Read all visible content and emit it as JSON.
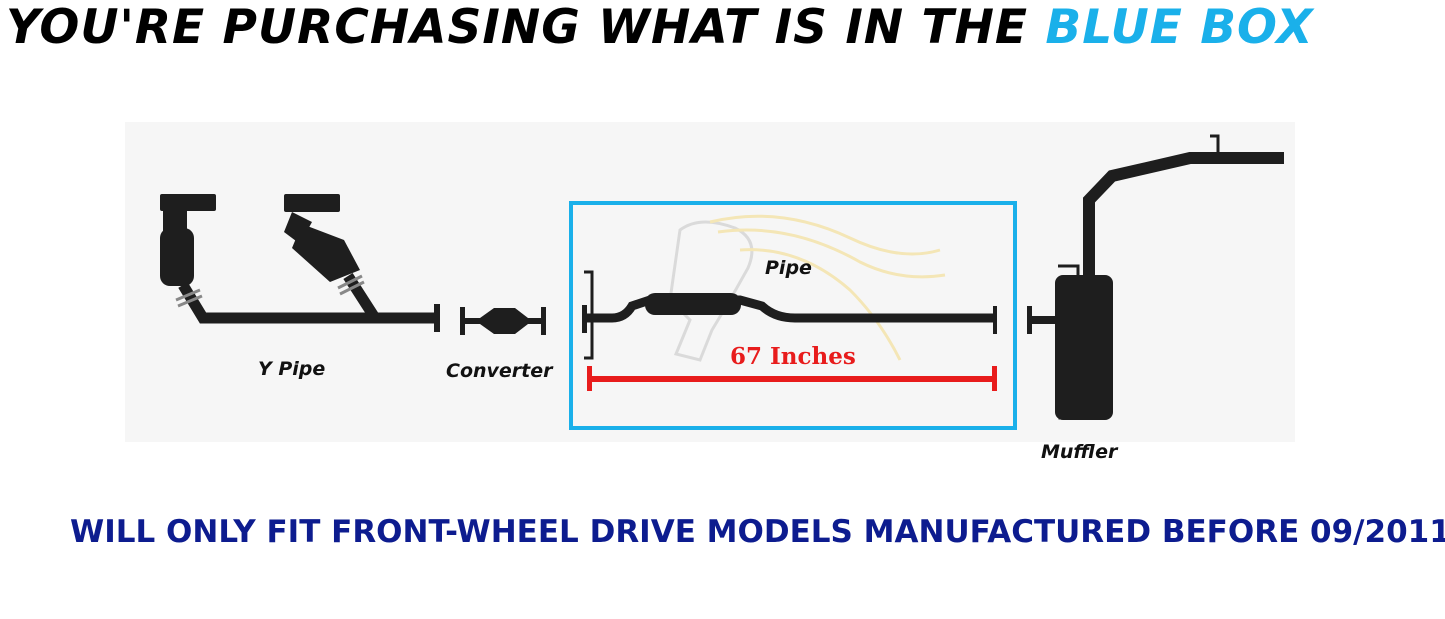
{
  "headline": {
    "text_before": "YOU'RE PURCHASING WHAT IS IN THE ",
    "text_accent": "BLUE BOX",
    "color": "#000000",
    "accent_color": "#1ab0ea"
  },
  "diagram": {
    "labels": {
      "y_pipe": "Y Pipe",
      "converter": "Converter",
      "pipe": "Pipe",
      "muffler": "Muffler"
    },
    "dimension": {
      "text": "67 Inches",
      "color": "#e81c1c"
    },
    "highlight_color": "#1ab0ea",
    "part_color": "#1e1e1e"
  },
  "footer": {
    "text": "WILL ONLY FIT FRONT-WHEEL DRIVE MODELS MANUFACTURED BEFORE 09/2011",
    "color": "#0d1c8f"
  }
}
